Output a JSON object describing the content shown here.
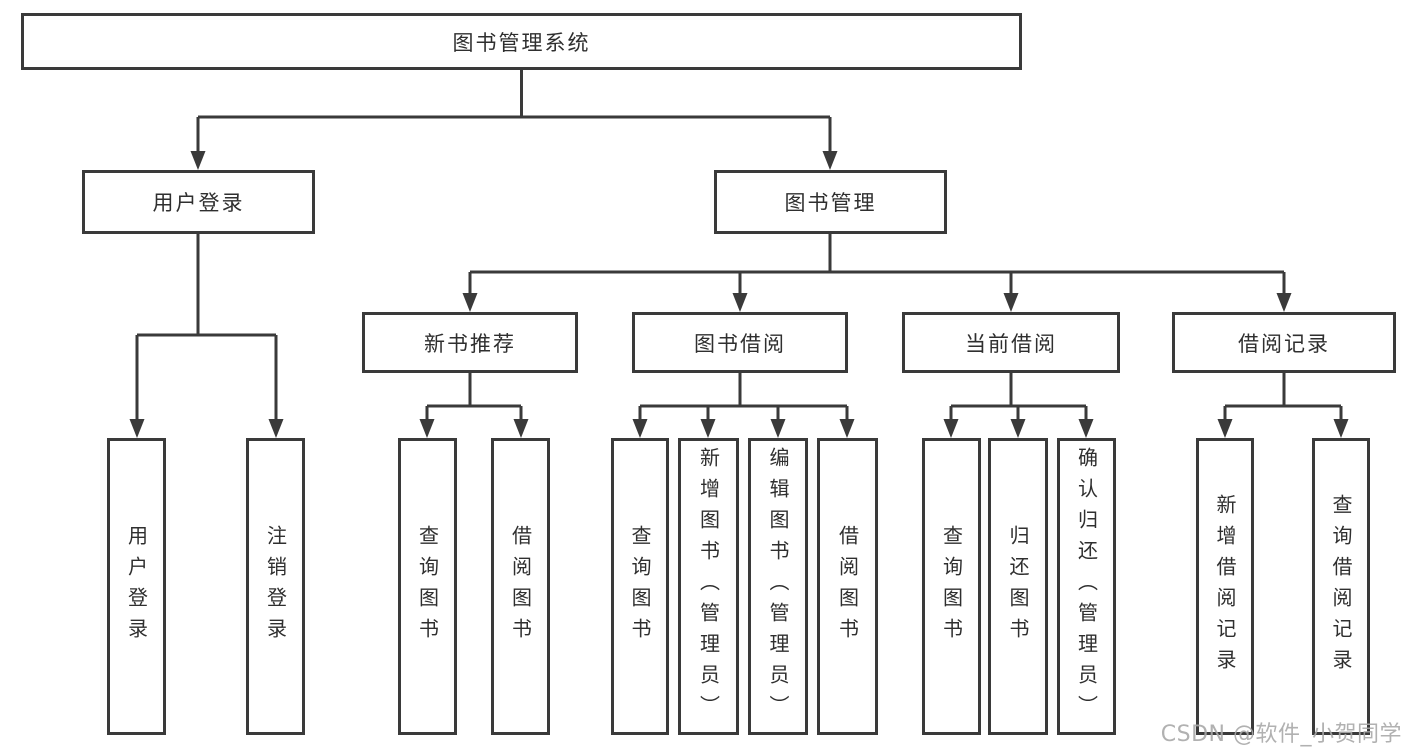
{
  "tree": {
    "root": "图书管理系统",
    "children": [
      {
        "label": "用户登录",
        "children": [
          "用户登录",
          "注销登录"
        ]
      },
      {
        "label": "图书管理",
        "children": [
          {
            "label": "新书推荐",
            "children": [
              "查询图书",
              "借阅图书"
            ]
          },
          {
            "label": "图书借阅",
            "children": [
              "查询图书",
              "新增图书（管理员）",
              "编辑图书（管理员）",
              "借阅图书"
            ]
          },
          {
            "label": "当前借阅",
            "children": [
              "查询图书",
              "归还图书",
              "确认归还（管理员）"
            ]
          },
          {
            "label": "借阅记录",
            "children": [
              "新增借阅记录",
              "查询借阅记录"
            ]
          }
        ]
      }
    ]
  },
  "watermark": "CSDN @软件_小贺同学",
  "colors": {
    "line": "#3a3a3a",
    "text": "#2f2f2f",
    "watermark": "#a8a8a8",
    "background": "#ffffff"
  }
}
